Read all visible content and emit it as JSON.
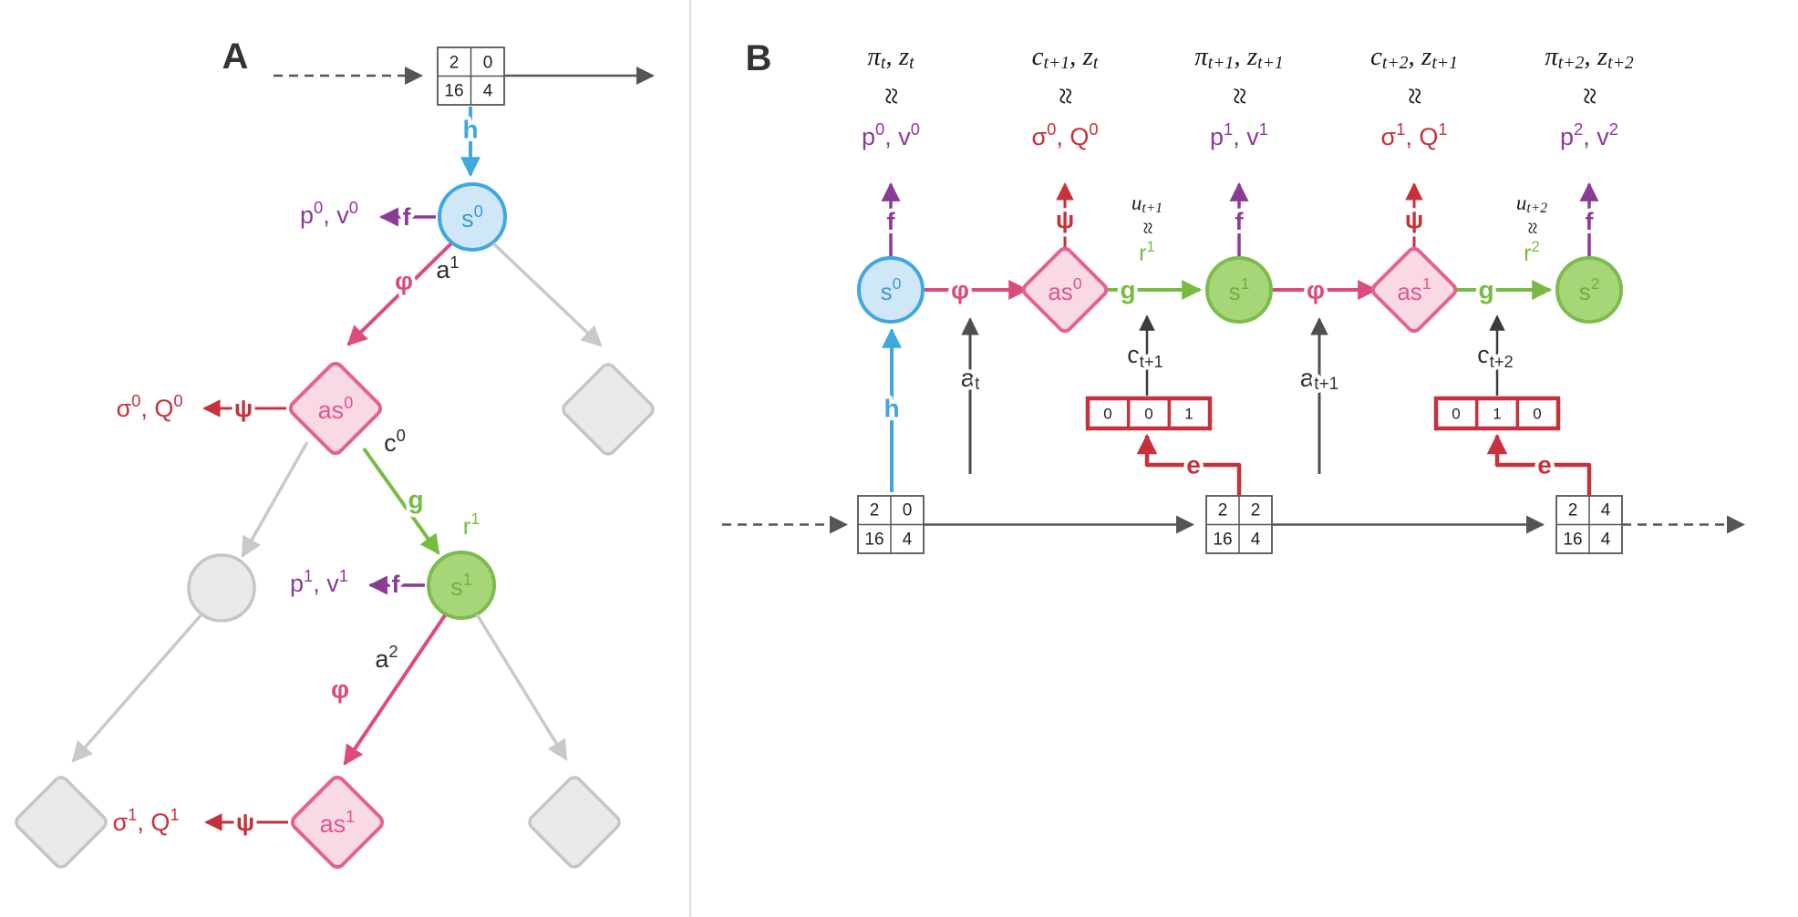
{
  "figure": {
    "type": "model-architecture-diagram",
    "approx_symbol": "≈",
    "colors": {
      "blue": "#41a7de",
      "blue_fill": "#cfe7f7",
      "pink_stroke": "#e2638f",
      "pink_fill": "#f9d9e5",
      "pink_arrow": "#dd4a80",
      "green_stroke": "#7cbc4f",
      "green_fill": "#a6d677",
      "green_arrow": "#79bb42",
      "purple": "#8a3b96",
      "red": "#c5323c",
      "gray_node": "#e9e9e9",
      "gray_edge": "#c9c9c9",
      "dark": "#555555"
    }
  },
  "panelA": {
    "label": "A",
    "grid": {
      "cells": [
        "2",
        "0",
        "16",
        "4"
      ]
    },
    "nodes": {
      "s0": {
        "b": "s",
        "sup": "0"
      },
      "as0": {
        "b": "as",
        "sup": "0"
      },
      "s1": {
        "b": "s",
        "sup": "1"
      },
      "as1": {
        "b": "as",
        "sup": "1"
      }
    },
    "ops": {
      "h": "h",
      "f": "f",
      "phi": "φ",
      "psi": "ψ",
      "g": "g"
    },
    "edge_labels": {
      "a1": {
        "b": "a",
        "sup": "1"
      },
      "a2": {
        "b": "a",
        "sup": "2"
      },
      "c0": {
        "b": "c",
        "sup": "0"
      },
      "r1": {
        "b": "r",
        "sup": "1"
      }
    },
    "outputs": {
      "pv0": {
        "t1": "p",
        "s1": "0",
        "t2": ", v",
        "s2": "0"
      },
      "sq0": {
        "t1": "σ",
        "s1": "0",
        "t2": ", Q",
        "s2": "0"
      },
      "pv1": {
        "t1": "p",
        "s1": "1",
        "t2": ", v",
        "s2": "1"
      },
      "sq1": {
        "t1": "σ",
        "s1": "1",
        "t2": ", Q",
        "s2": "1"
      }
    }
  },
  "panelB": {
    "label": "B",
    "ops": {
      "h": "h",
      "f": "f",
      "phi": "φ",
      "psi": "ψ",
      "g": "g",
      "e": "e"
    },
    "targets": [
      {
        "t1": "π",
        "s1": "t",
        "t2": ", z",
        "s2": "t"
      },
      {
        "t1": "c",
        "s1": "t+1",
        "t2": ", z",
        "s2": "t"
      },
      {
        "t1": "π",
        "s1": "t+1",
        "t2": ", z",
        "s2": "t+1"
      },
      {
        "t1": "c",
        "s1": "t+2",
        "t2": ", z",
        "s2": "t+1"
      },
      {
        "t1": "π",
        "s1": "t+2",
        "t2": ", z",
        "s2": "t+2"
      }
    ],
    "outputs": [
      {
        "t1": "p",
        "s1": "0",
        "t2": ", v",
        "s2": "0"
      },
      {
        "t1": "σ",
        "s1": "0",
        "t2": ", Q",
        "s2": "0"
      },
      {
        "t1": "p",
        "s1": "1",
        "t2": ", v",
        "s2": "1"
      },
      {
        "t1": "σ",
        "s1": "1",
        "t2": ", Q",
        "s2": "1"
      },
      {
        "t1": "p",
        "s1": "2",
        "t2": ", v",
        "s2": "2"
      }
    ],
    "nodes": {
      "s0": {
        "b": "s",
        "sup": "0"
      },
      "as0": {
        "b": "as",
        "sup": "0"
      },
      "s1": {
        "b": "s",
        "sup": "1"
      },
      "as1": {
        "b": "as",
        "sup": "1"
      },
      "s2": {
        "b": "s",
        "sup": "2"
      }
    },
    "rewards": {
      "u1": {
        "b": "u",
        "sub": "t+1"
      },
      "r1": {
        "b": "r",
        "sup": "1"
      },
      "u2": {
        "b": "u",
        "sub": "t+2"
      },
      "r2": {
        "b": "r",
        "sup": "2"
      }
    },
    "inputs": {
      "at": {
        "b": "a",
        "sub": "t"
      },
      "at1": {
        "b": "a",
        "sub": "t+1"
      },
      "ct1": {
        "b": "c",
        "sub": "t+1"
      },
      "ct2": {
        "b": "c",
        "sub": "t+2"
      }
    },
    "chance_grids": [
      {
        "cells": [
          "0",
          "0",
          "1"
        ]
      },
      {
        "cells": [
          "0",
          "1",
          "0"
        ]
      }
    ],
    "obs_grids": [
      {
        "cells": [
          "2",
          "0",
          "16",
          "4"
        ]
      },
      {
        "cells": [
          "2",
          "2",
          "16",
          "4"
        ]
      },
      {
        "cells": [
          "2",
          "4",
          "16",
          "4"
        ]
      }
    ]
  }
}
